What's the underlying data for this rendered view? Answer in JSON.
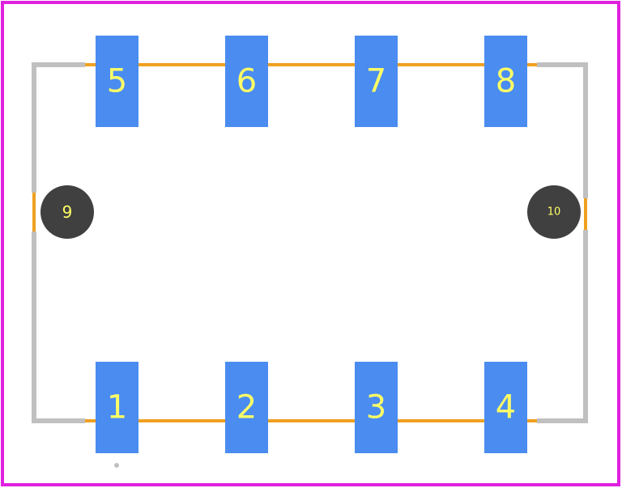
{
  "colors": {
    "background": "#ffffff",
    "courtyard": "#e020e0",
    "silkscreen": "#c0c0c0",
    "fab_outline": "#f0a020",
    "smd_pad": "#4a8cf0",
    "mounting_hole": "#404040",
    "pad_label": "#ffff66"
  },
  "pads": [
    {
      "label": "1",
      "kind": "smd"
    },
    {
      "label": "2",
      "kind": "smd"
    },
    {
      "label": "3",
      "kind": "smd"
    },
    {
      "label": "4",
      "kind": "smd"
    },
    {
      "label": "5",
      "kind": "smd"
    },
    {
      "label": "6",
      "kind": "smd"
    },
    {
      "label": "7",
      "kind": "smd"
    },
    {
      "label": "8",
      "kind": "smd"
    },
    {
      "label": "9",
      "kind": "hole"
    },
    {
      "label": "10",
      "kind": "hole"
    }
  ],
  "pin1_marker": "dot"
}
